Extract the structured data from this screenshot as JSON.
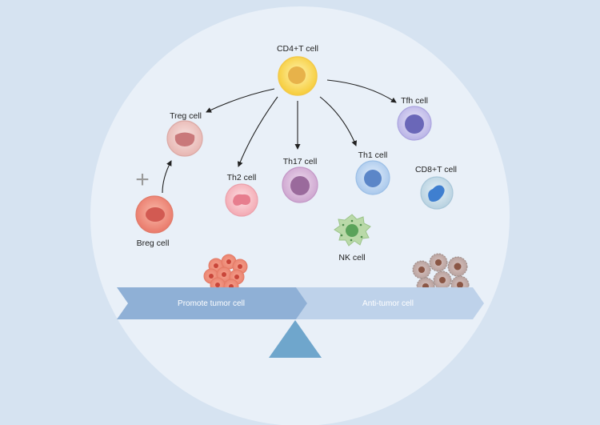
{
  "colors": {
    "background": "#d6e3f1",
    "circle": "#e9f0f8",
    "promote_banner": "#8fb0d6",
    "anti_banner": "#bed2ea",
    "fulcrum": "#6fa6cc",
    "arrow": "#222222"
  },
  "center_cell": {
    "label": "CD4+T cell",
    "icon": "yellow-round-cell"
  },
  "cells": {
    "treg": {
      "label": "Treg cell",
      "icon": "pink-kidney-nucleus-cell"
    },
    "breg": {
      "label": "Breg cell",
      "icon": "red-round-cell"
    },
    "th2": {
      "label": "Th2 cell",
      "icon": "pink-lobed-nucleus-cell"
    },
    "th17": {
      "label": "Th17 cell",
      "icon": "purple-round-cell"
    },
    "th1": {
      "label": "Th1 cell",
      "icon": "blue-round-cell"
    },
    "tfh": {
      "label": "Tfh cell",
      "icon": "lavender-round-cell"
    },
    "cd8": {
      "label": "CD8+T cell",
      "icon": "blue-bean-nucleus-cell"
    },
    "nk": {
      "label": "NK cell",
      "icon": "green-spiky-cell"
    }
  },
  "plus_sign": "+",
  "balance": {
    "left_label": "Promote tumor cell",
    "right_label": "Anti-tumor cell",
    "left_icon": "tumor-cluster-icon",
    "right_icon": "dying-tumor-cluster-icon",
    "fulcrum_icon": "triangle-fulcrum-icon"
  }
}
